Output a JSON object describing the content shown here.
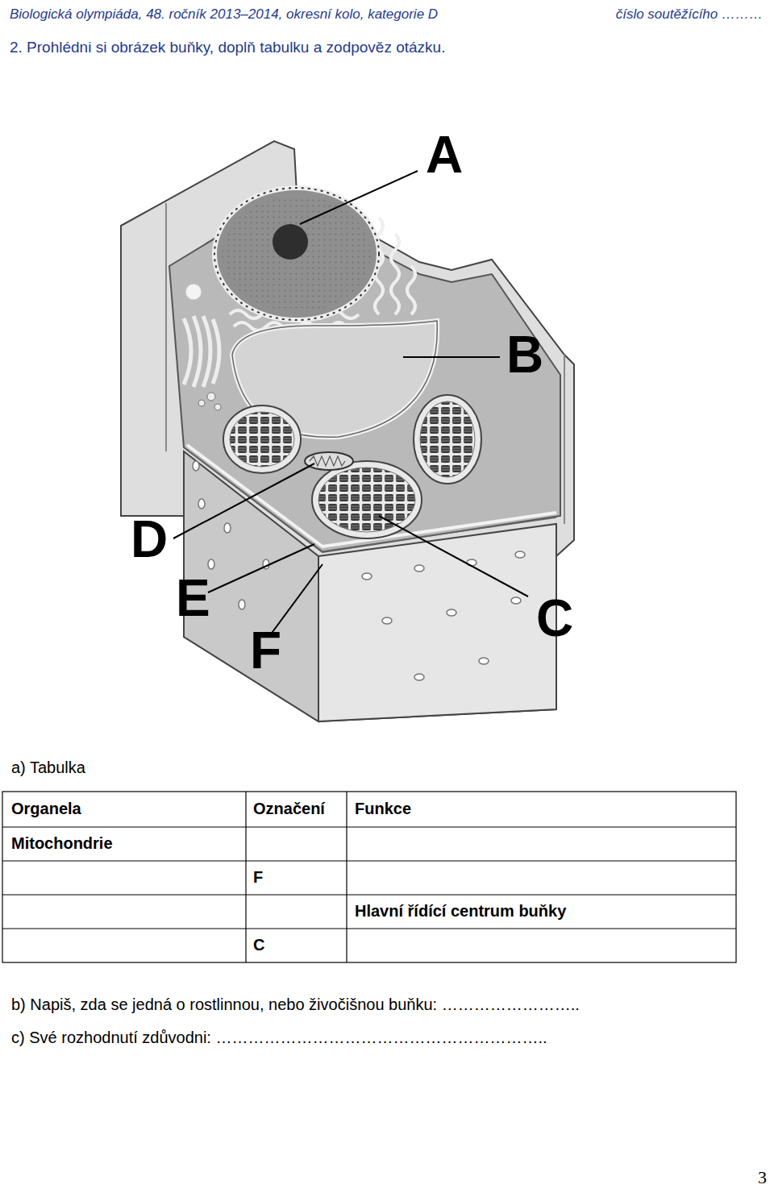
{
  "diagram": {
    "title": "2. Prohlédni si obrázek buňky, doplň tabulku a zodpověz otázku.",
    "labels": [
      "Biologická olympiáda, 48. ročník 2013–2014, okresní kolo, kategorie D",
      "číslo soutěžícího ………",
      "A",
      "B",
      "D",
      "E",
      "C",
      "F",
      "a) Tabulka",
      "Organela",
      "Označení",
      "Funkce",
      "Mitochondrie",
      "F",
      "Hlavní řídící centrum buňky",
      "C",
      "b) Napiš, zda se jedná o rostlinnou, nebo živočišnou buňku: ……………………..",
      "c) Své rozhodnutí zdůvodni: ……………………………………………………..",
      "3"
    ]
  }
}
